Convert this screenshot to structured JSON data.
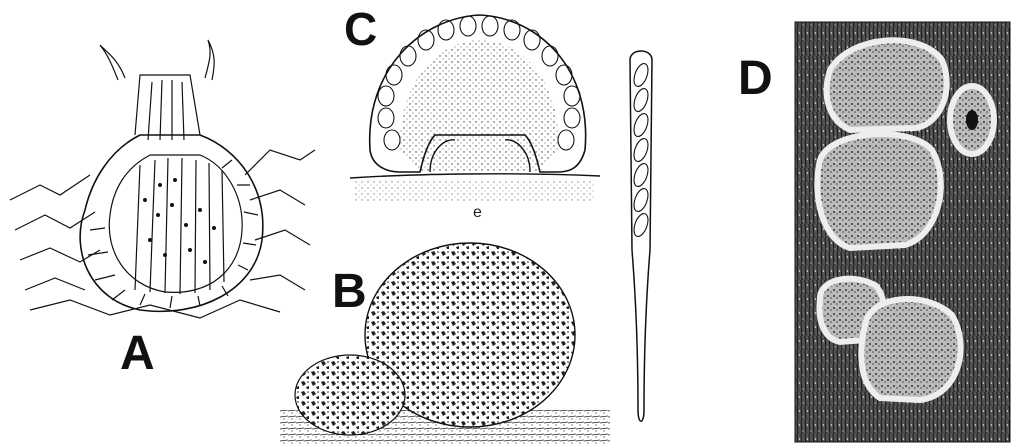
{
  "panels": {
    "a": {
      "label": "A"
    },
    "b": {
      "label": "B"
    },
    "c": {
      "label": "C",
      "sublabel": "e"
    },
    "d": {
      "label": "D"
    }
  },
  "colors": {
    "ink": "#111111",
    "stipple": "#333333",
    "paper": "#ffffff"
  }
}
